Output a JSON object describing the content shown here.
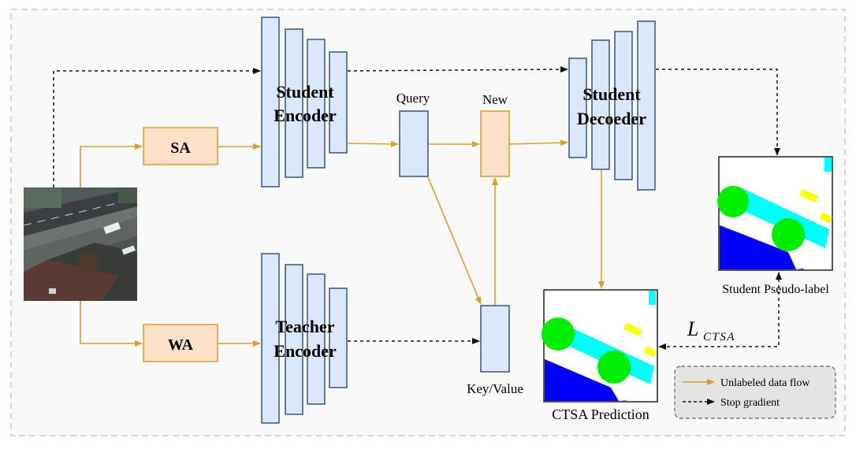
{
  "diagram": {
    "labels": {
      "sa": "SA",
      "wa": "WA",
      "student_encoder_line1": "Student",
      "student_encoder_line2": "Encoder",
      "teacher_encoder_line1": "Teacher",
      "teacher_encoder_line2": "Encoder",
      "student_decoder_line1": "Student",
      "student_decoder_line2": "Decoeder",
      "query": "Query",
      "new": "New",
      "key_value": "Key/Value",
      "ctsa_prediction": "CTSA Prediction",
      "student_pseudo_label": "Student Pseudo-label",
      "loss_script": "L",
      "loss_subscript": "CTSA"
    },
    "legend": {
      "unlabeled": "Unlabeled data flow",
      "stop_gradient": "Stop gradient"
    },
    "colors": {
      "background": "#f9f9f9",
      "border_dash": "#e8cfd6",
      "block_fill": "#dbe8fb",
      "block_stroke": "#2b4b78",
      "aug_fill": "#fde0c8",
      "aug_stroke": "#d9a02b",
      "orange_flow": "#d9a02b",
      "dashed_flow": "#111111",
      "seg_blue": "#0000ff",
      "seg_green": "#00ee00",
      "seg_cyan": "#00ffff",
      "seg_yellow": "#ffff00",
      "legend_bg": "#e4e4e4"
    }
  }
}
